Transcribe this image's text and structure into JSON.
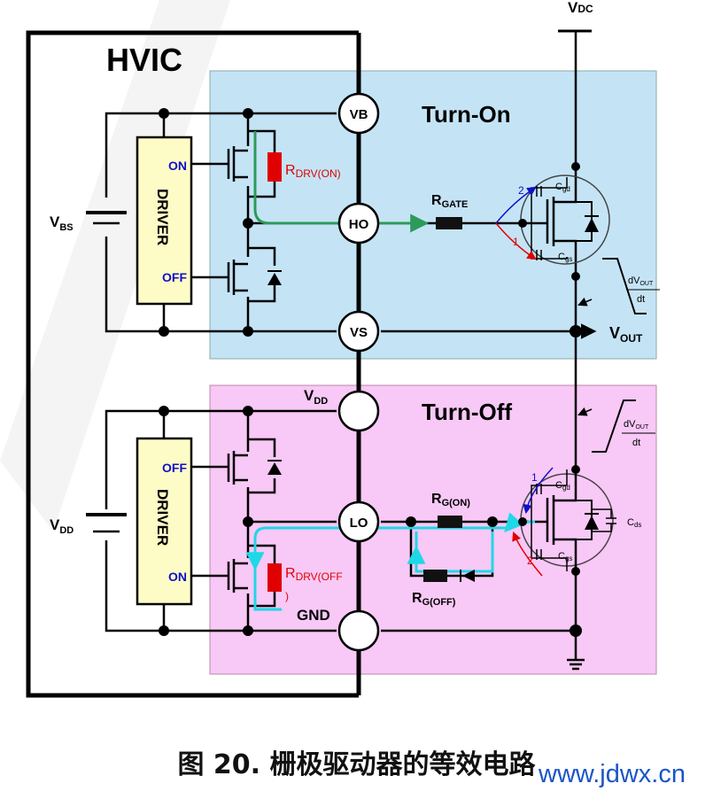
{
  "figure": {
    "caption": "图 20. 栅极驱动器的等效电路",
    "watermark": "www.jdwx.cn"
  },
  "hvic": {
    "title": "HVIC"
  },
  "supply": {
    "vdc": "V",
    "vdc_sub": "DC",
    "vbs": "V",
    "vbs_sub": "BS",
    "vdd_left": "V",
    "vdd_left_sub": "DD",
    "vout": "V",
    "vout_sub": "OUT"
  },
  "turn_on": {
    "title": "Turn-On",
    "driver": "DRIVER",
    "on": "ON",
    "off": "OFF",
    "rdrv": "R",
    "rdrv_sub": "DRV(ON)",
    "rgate": "R",
    "rgate_sub": "GATE",
    "pins": {
      "vb": "VB",
      "ho": "HO",
      "vs": "VS"
    },
    "cgd": "C",
    "cgd_sub": "gd",
    "cgs": "C",
    "cgs_sub": "gs",
    "arrow1": "1",
    "arrow2": "2",
    "dv": "dV",
    "dv_sub": "OUT",
    "dt": "dt"
  },
  "turn_off": {
    "title": "Turn-Off",
    "driver": "DRIVER",
    "off": "OFF",
    "on": "ON",
    "rdrv": "R",
    "rdrv_sub": "DRV(OFF",
    "rdrv_tail": ")",
    "rgon": "R",
    "rgon_sub": "G(ON)",
    "rgoff": "R",
    "rgoff_sub": "G(OFF)",
    "pins": {
      "vdd": "V",
      "vdd_sub": "DD",
      "lo": "LO",
      "gnd": "GND"
    },
    "cgd": "C",
    "cgd_sub": "gd",
    "cgs": "C",
    "cgs_sub": "gs",
    "cds": "C",
    "cds_sub": "ds",
    "arrow1": "1",
    "arrow2": "2",
    "dv": "dV",
    "dv_sub": "OUT",
    "dt": "dt"
  },
  "colors": {
    "on_region": "#c4e4f6",
    "off_region": "#f8c8f6",
    "driver_fill": "#fdfbc6",
    "resistor_red": "#e00000",
    "path_green": "#2e9a5a",
    "path_cyan": "#1ed8e6",
    "label_blue": "#1010c8"
  }
}
